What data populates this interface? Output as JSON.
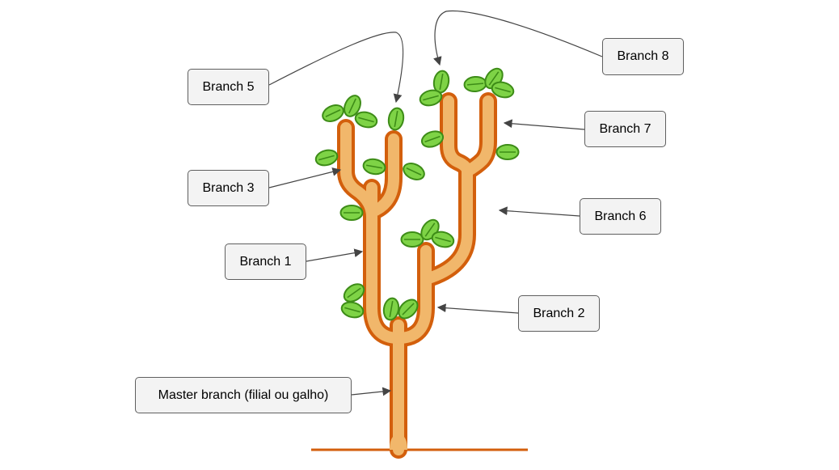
{
  "labels": {
    "branch_5": "Branch 5",
    "branch_8": "Branch 8",
    "branch_7": "Branch 7",
    "branch_3": "Branch 3",
    "branch_6": "Branch 6",
    "branch_1": "Branch 1",
    "branch_2": "Branch 2",
    "master": "Master branch (filial ou galho)"
  },
  "colors": {
    "branch_fill": "#f1b76b",
    "branch_outline": "#d35f0c",
    "leaf_fill": "#7ed346",
    "leaf_outline": "#3d8c17",
    "arrow": "#444444",
    "label_bg": "#f3f3f3",
    "label_border": "#5f5f5f"
  }
}
